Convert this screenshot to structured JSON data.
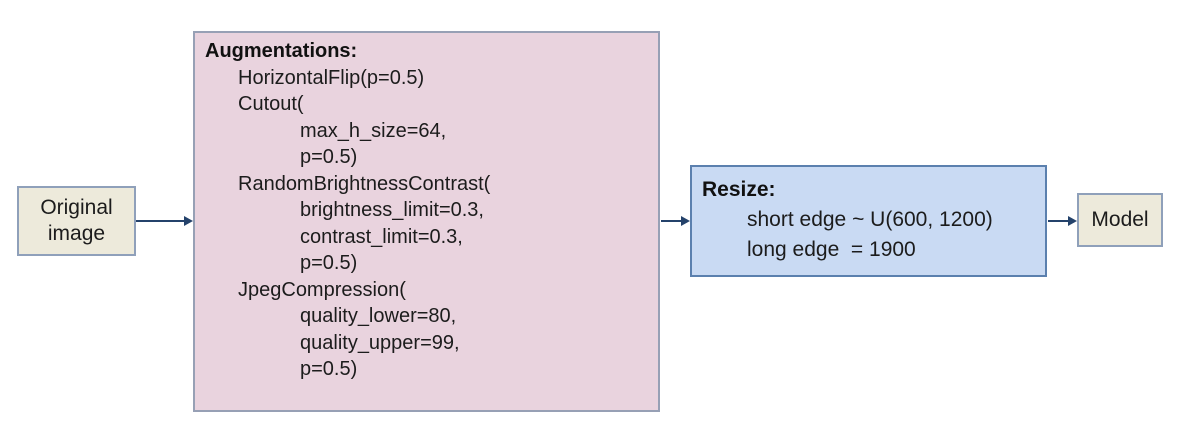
{
  "colors": {
    "augmentations_fill": "#e9d3de",
    "augmentations_border": "#97a0b5",
    "resize_fill": "#c9daf3",
    "resize_border": "#5b80ae",
    "io_fill": "#edeadb",
    "io_border": "#8fa0ba",
    "arrow": "#24426b",
    "text": "#1c1c1c"
  },
  "nodes": {
    "original": {
      "lines": [
        {
          "indent": 0,
          "text": "Original"
        },
        {
          "indent": 0,
          "text": "image"
        }
      ]
    },
    "augmentations": {
      "title": "Augmentations:",
      "lines": [
        {
          "indent": 1,
          "text": "HorizontalFlip(p=0.5)"
        },
        {
          "indent": 1,
          "text": "Cutout("
        },
        {
          "indent": 2,
          "text": "max_h_size=64,"
        },
        {
          "indent": 2,
          "text": "p=0.5)"
        },
        {
          "indent": 1,
          "text": "RandomBrightnessContrast("
        },
        {
          "indent": 2,
          "text": "brightness_limit=0.3,"
        },
        {
          "indent": 2,
          "text": "contrast_limit=0.3,"
        },
        {
          "indent": 2,
          "text": "p=0.5)"
        },
        {
          "indent": 1,
          "text": "JpegCompression("
        },
        {
          "indent": 2,
          "text": "quality_lower=80,"
        },
        {
          "indent": 2,
          "text": "quality_upper=99,"
        },
        {
          "indent": 2,
          "text": "p=0.5)"
        }
      ]
    },
    "resize": {
      "title": "Resize:",
      "lines": [
        {
          "indent": 1,
          "text": "short edge ~ U(600, 1200)"
        },
        {
          "indent": 1,
          "text": "long edge  = 1900"
        }
      ]
    },
    "model": {
      "lines": [
        {
          "indent": 0,
          "text": "Model"
        }
      ]
    }
  }
}
